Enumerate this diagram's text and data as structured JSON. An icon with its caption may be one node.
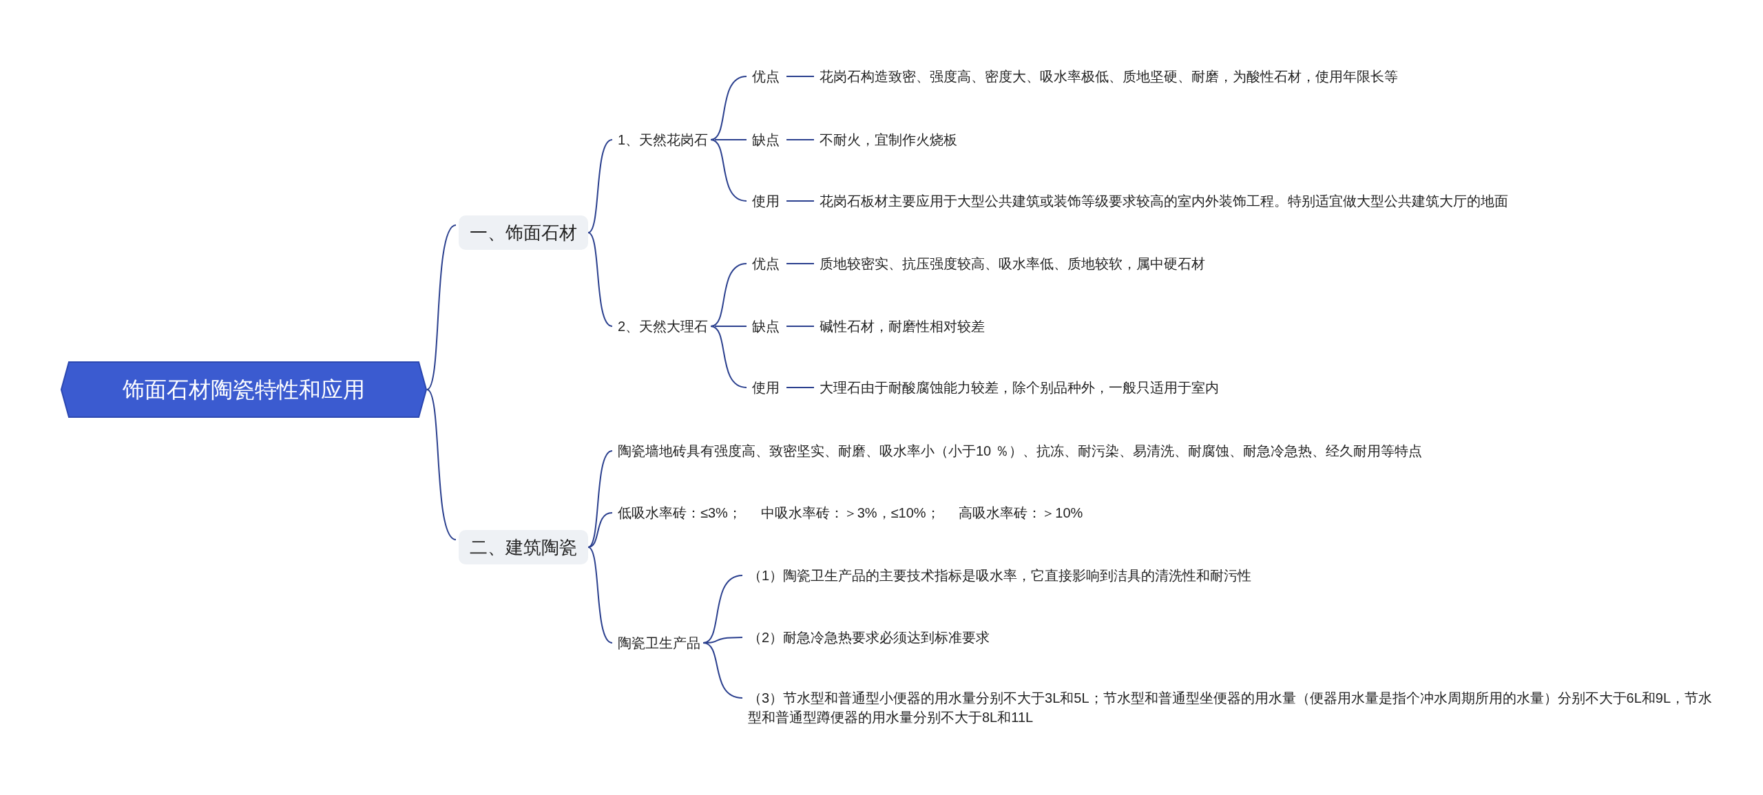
{
  "diagram": {
    "nodes": [
      {
        "text": [
          "饰面石材陶瓷特性和应用"
        ]
      },
      {
        "text": [
          "一、饰面石材"
        ]
      },
      {
        "text": [
          "1、天然花岗石"
        ]
      },
      {
        "text": [
          "优点"
        ]
      },
      {
        "text": [
          "花岗石构造致密、强度高、密度大、吸水率极低、质地坚硬、耐磨，为酸性石材，使用年限长等"
        ]
      },
      {
        "text": [
          "缺点"
        ]
      },
      {
        "text": [
          "不耐火，宜制作火烧板"
        ]
      },
      {
        "text": [
          "使用"
        ]
      },
      {
        "text": [
          "花岗石板材主要应用于大型公共建筑或装饰等级要求较高的室内外装饰工程。特别适宜做大型公共建筑大厅的地面"
        ]
      },
      {
        "text": [
          "2、天然大理石"
        ]
      },
      {
        "text": [
          "优点"
        ]
      },
      {
        "text": [
          "质地较密实、抗压强度较高、吸水率低、质地较软，属中硬石材"
        ]
      },
      {
        "text": [
          "缺点"
        ]
      },
      {
        "text": [
          "碱性石材，耐磨性相对较差"
        ]
      },
      {
        "text": [
          "使用"
        ]
      },
      {
        "text": [
          "大理石由于耐酸腐蚀能力较差，除个别品种外，一般只适用于室内"
        ]
      },
      {
        "text": [
          "二、建筑陶瓷"
        ]
      },
      {
        "text": [
          "陶瓷墙地砖具有强度高、致密坚实、耐磨、吸水率小（小于10 ％）、抗冻、耐污染、易清洗、耐腐蚀、耐急冷急热、经久耐用等特点"
        ]
      },
      {
        "text": [
          "低吸水率砖：≤3%；     中吸水率砖：＞3%，≤10%；     高吸水率砖：＞10%"
        ]
      },
      {
        "text": [
          "陶瓷卫生产品"
        ]
      },
      {
        "text": [
          "（1）陶瓷卫生产品的主要技术指标是吸水率，它直接影响到洁具的清洗性和耐污性"
        ]
      },
      {
        "text": [
          "（2）耐急冷急热要求必须达到标准要求"
        ]
      },
      {
        "text": [
          "（3）节水型和普通型小便器的用水量分别不大于3L和5L；节水型和普通型坐便器的用水量（便器用水量是指个冲水周期所用的水量）分别不大于6L和9L，节水型和普通型蹲便器的用水量分别不大于8L和11L"
        ]
      }
    ],
    "edges": [
      {
        "from": 0,
        "to": 1,
        "arrow": "none"
      },
      {
        "from": 1,
        "to": 2,
        "arrow": "none"
      },
      {
        "from": 2,
        "to": 3,
        "arrow": "none"
      },
      {
        "from": 3,
        "to": 4,
        "arrow": "none"
      },
      {
        "from": 2,
        "to": 5,
        "arrow": "none"
      },
      {
        "from": 5,
        "to": 6,
        "arrow": "none"
      },
      {
        "from": 2,
        "to": 7,
        "arrow": "none"
      },
      {
        "from": 7,
        "to": 8,
        "arrow": "none"
      },
      {
        "from": 1,
        "to": 9,
        "arrow": "none"
      },
      {
        "from": 9,
        "to": 10,
        "arrow": "none"
      },
      {
        "from": 10,
        "to": 11,
        "arrow": "none"
      },
      {
        "from": 9,
        "to": 12,
        "arrow": "none"
      },
      {
        "from": 12,
        "to": 13,
        "arrow": "none"
      },
      {
        "from": 9,
        "to": 14,
        "arrow": "none"
      },
      {
        "from": 14,
        "to": 15,
        "arrow": "none"
      },
      {
        "from": 0,
        "to": 16,
        "arrow": "none"
      },
      {
        "from": 16,
        "to": 17,
        "arrow": "none"
      },
      {
        "from": 16,
        "to": 18,
        "arrow": "none"
      },
      {
        "from": 16,
        "to": 19,
        "arrow": "none"
      },
      {
        "from": 19,
        "to": 20,
        "arrow": "none"
      },
      {
        "from": 19,
        "to": 21,
        "arrow": "none"
      },
      {
        "from": 19,
        "to": 22,
        "arrow": "none"
      }
    ]
  }
}
